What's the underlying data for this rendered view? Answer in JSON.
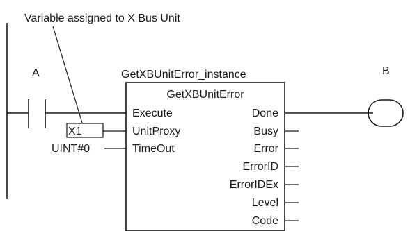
{
  "callout": {
    "text": "Variable assigned to X Bus Unit"
  },
  "contact": {
    "label": "A"
  },
  "coil": {
    "label": "B"
  },
  "function_block": {
    "instance_name": "GetXBUnitError_instance",
    "type_name": "GetXBUnitError",
    "inputs": [
      {
        "name": "Execute"
      },
      {
        "name": "UnitProxy",
        "variable": "X1"
      },
      {
        "name": "TimeOut",
        "constant": "UINT#0"
      }
    ],
    "outputs": [
      "Done",
      "Busy",
      "Error",
      "ErrorID",
      "ErrorIDEx",
      "Level",
      "Code"
    ]
  }
}
